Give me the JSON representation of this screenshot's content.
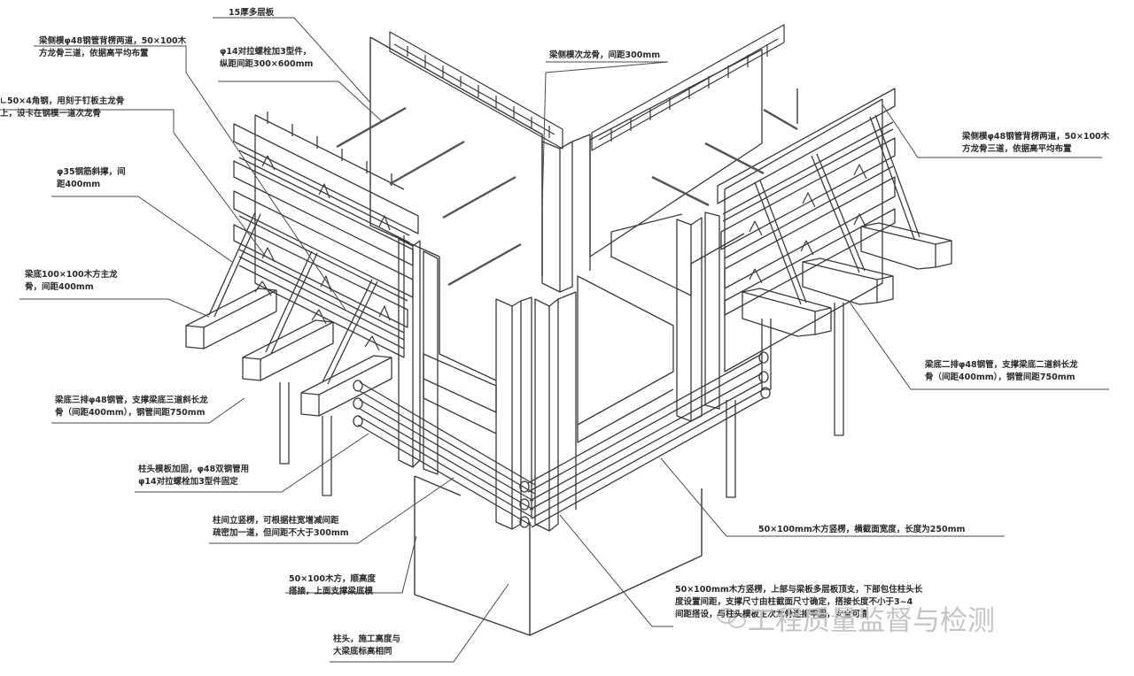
{
  "labels": {
    "plywood": "15厚多层板",
    "beam_side_left": [
      "梁侧模φ48钢管背楞两道，50×100木",
      "方龙骨三道，依据高平均布置"
    ],
    "bolt": [
      "φ14对拉螺栓加3型件，",
      "纵距间距300×600mm"
    ],
    "steel_angle": [
      "∟50×4角钢，用刻于钉板主龙骨",
      "上，设卡在钢模一道次龙骨"
    ],
    "brace_45": [
      "φ35钢筋斜撑，间",
      "距400mm"
    ],
    "bottom_timber": [
      "梁底100×100木方主龙",
      "骨，间距400mm"
    ],
    "top_left": [
      "梁底三排φ48钢管，支撑梁底三道斜长龙",
      "骨（间距400mm），钢管间距750mm"
    ],
    "col_hoop": [
      "柱头模板加固，φ48双钢管用",
      "φ14对拉螺栓加3型件固定"
    ],
    "col_vertical": [
      "柱间立竖楞，可根据柱宽增减间距",
      "疏密加一道，但间距不大于300mm"
    ],
    "col_timber": [
      "50×100木方，顺高度",
      "搭接，上面支撑梁底模"
    ],
    "col_head": [
      "柱头，施工高度与",
      "大梁底标高相同"
    ],
    "inner_beam": "梁侧模次龙骨，间距300mm",
    "beam_side_right": [
      "梁侧模φ48钢管背楞两道，50×100木",
      "方龙骨三道，依据高平均布置"
    ],
    "right_support": [
      "梁底二排φ48钢管，支撑梁底二道斜长龙",
      "骨（间距400mm），钢管间距750mm"
    ],
    "wood_brace": "50×100mm木方竖楞，横截面宽度，长度为250mm",
    "bottom_main": [
      "50×100mm木方竖楞，上部与梁板多层板顶支，下部包住柱头长",
      "度设置间距，支撑尺寸由柱截面尺寸确定，搭接长度不小于3~4",
      "间距搭设，与柱头模板主次龙骨连接牢固，安全可靠"
    ]
  },
  "watermark": "工程质量监督与检测",
  "colors": {
    "line": "#3a3a3a",
    "text": "#2a2a2a",
    "watermark": "#c4c4c4"
  }
}
